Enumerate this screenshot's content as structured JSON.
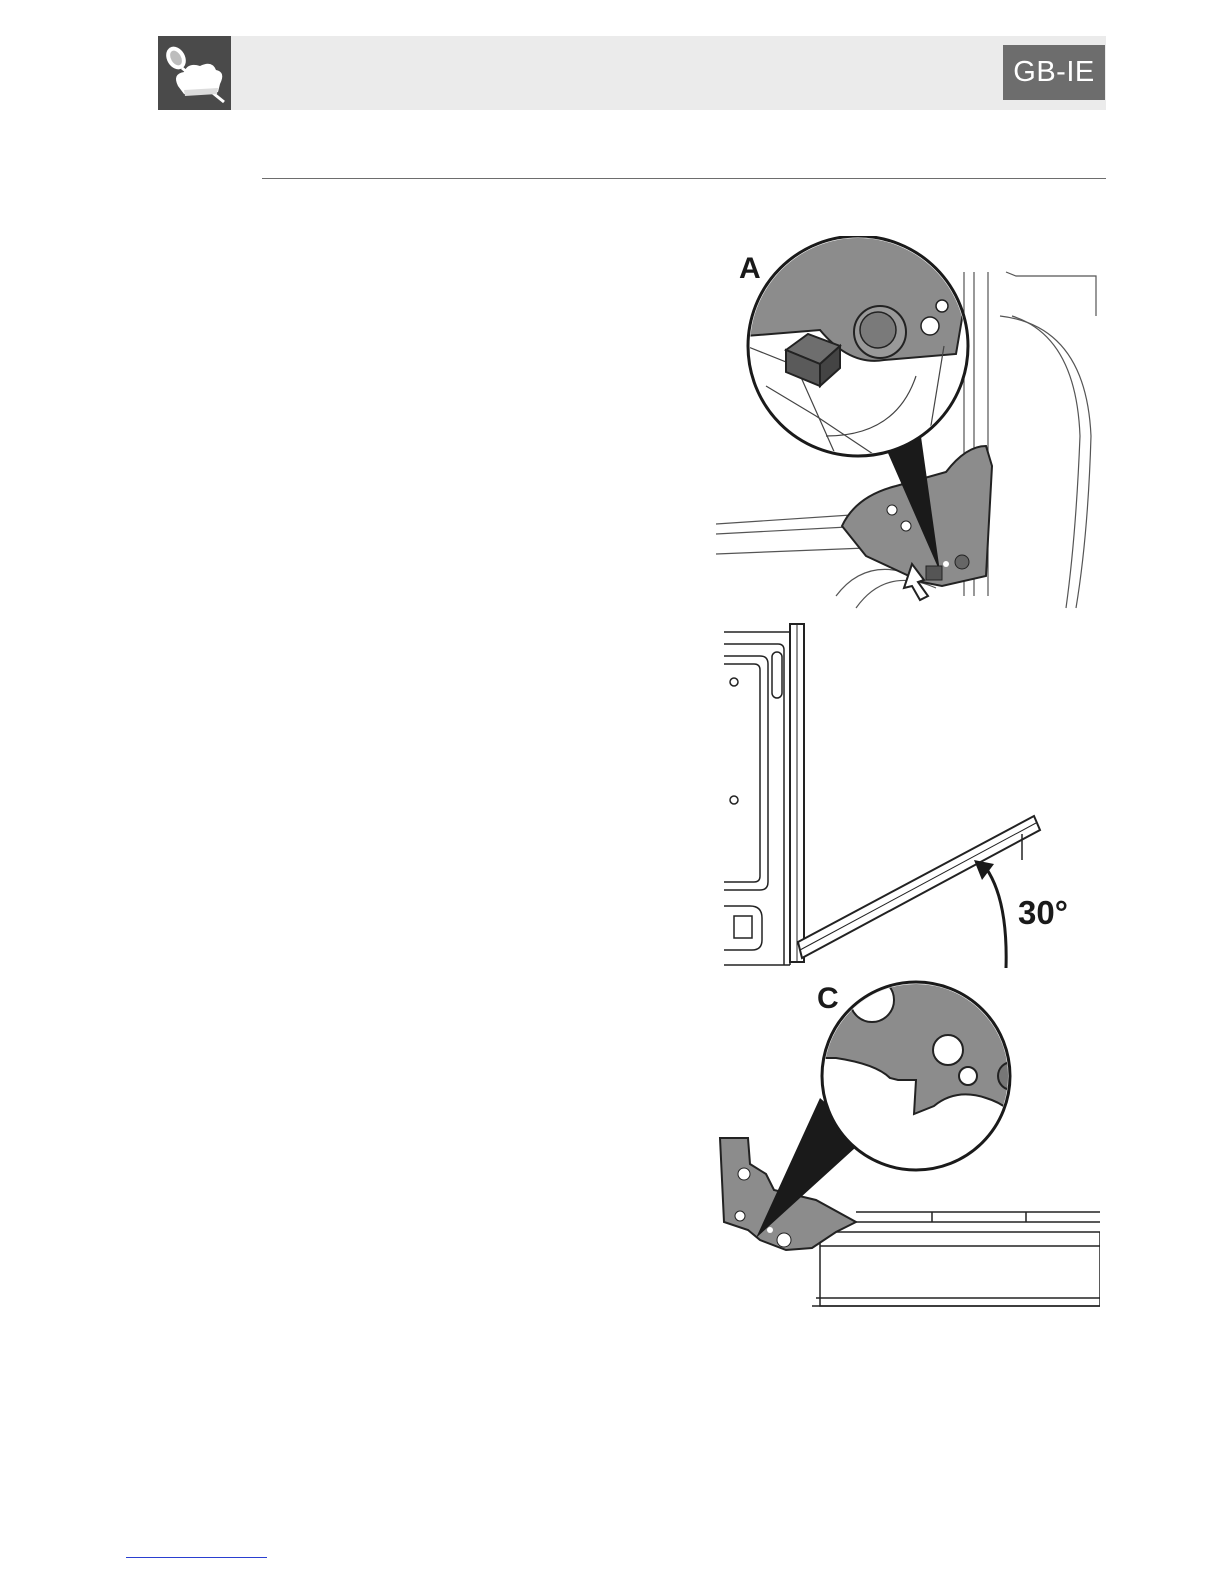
{
  "header": {
    "language_badge": "GB-IE",
    "logo_icon": "chef-hat-spoon-icon"
  },
  "figures": {
    "a": {
      "label": "A"
    },
    "b": {
      "angle_label": "30°"
    },
    "c": {
      "label": "C"
    }
  },
  "colors": {
    "header_bg": "#ebebeb",
    "logo_bg": "#4a4a4a",
    "badge_bg": "#6d6d6d",
    "part_fill": "#8c8c8c"
  }
}
